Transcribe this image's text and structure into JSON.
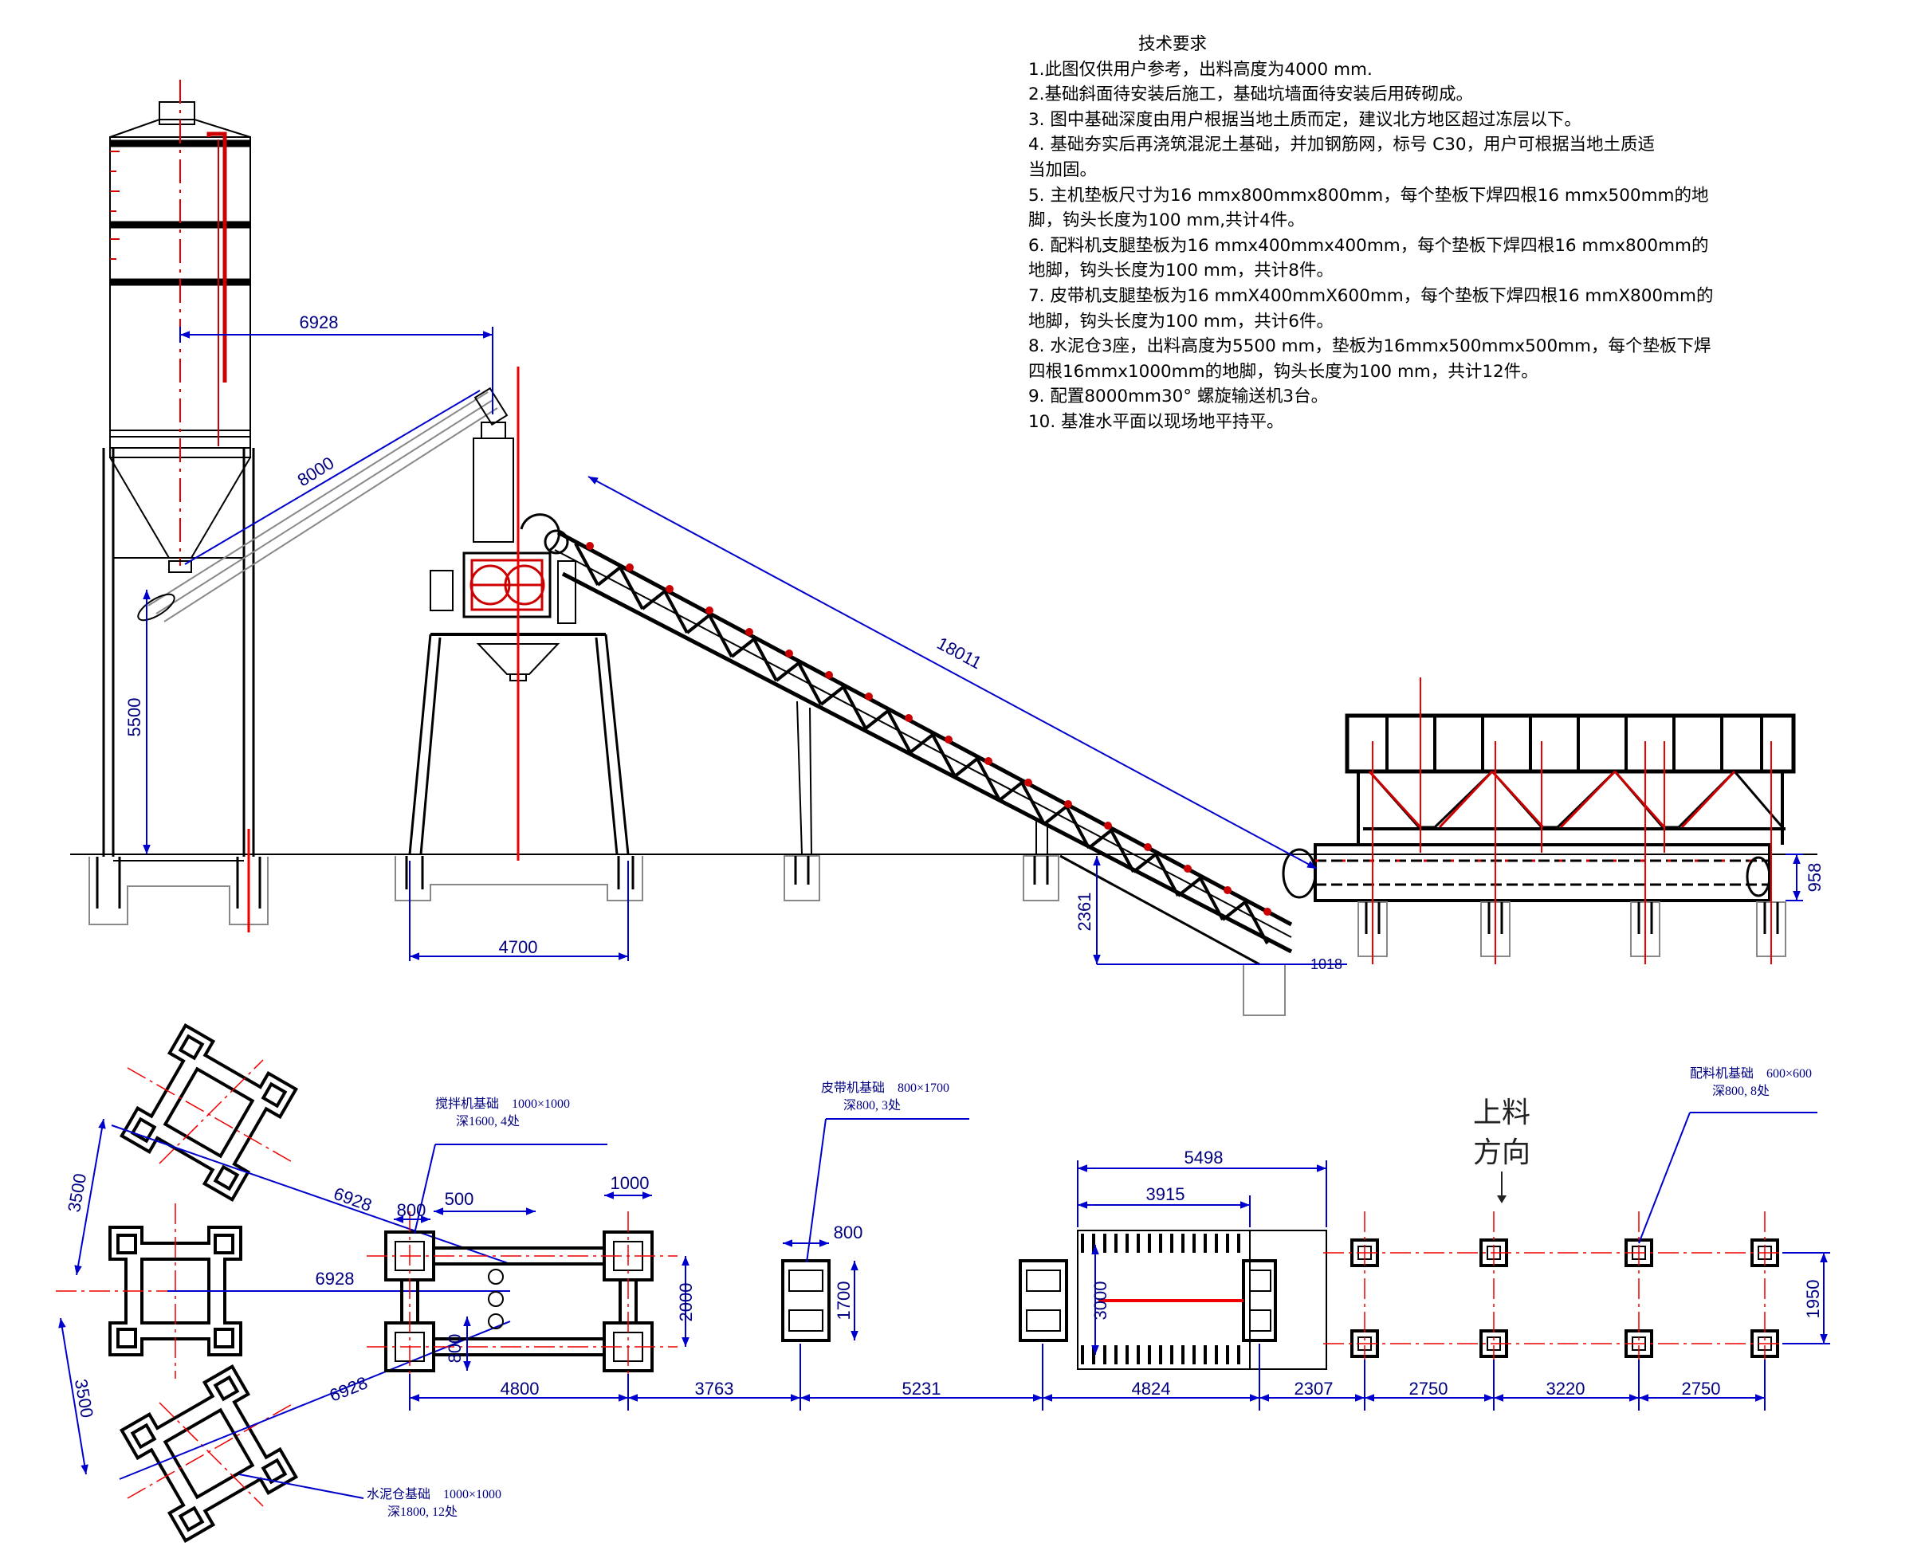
{
  "notes": {
    "title": "技术要求",
    "lines": [
      "1.此图仅供用户参考，出料高度为4000 mm.",
      "2.基础斜面待安装后施工，基础坑墙面待安装后用砖砌成。",
      "3. 图中基础深度由用户根据当地土质而定，建议北方地区超过冻层以下。",
      "4. 基础夯实后再浇筑混泥土基础，并加钢筋网，标号 C30，用户可根据当地土质适",
      "当加固。",
      "5. 主机垫板尺寸为16 mmx800mmx800mm，每个垫板下焊四根16 mmx500mm的地",
      "脚，钩头长度为100 mm,共计4件。",
      "6. 配料机支腿垫板为16 mmx400mmx400mm，每个垫板下焊四根16 mmx800mm的",
      "地脚，钩头长度为100 mm，共计8件。",
      "7. 皮带机支腿垫板为16 mmX400mmX600mm，每个垫板下焊四根16 mmX800mm的",
      "地脚，钩头长度为100 mm，共计6件。",
      "8. 水泥仓3座，出料高度为5500 mm，垫板为16mmx500mmx500mm，每个垫板下焊",
      "四根16mmx1000mm的地脚，钩头长度为100 mm，共计12件。",
      "9. 配置8000mm30° 螺旋输送机3台。",
      "10. 基准水平面以现场地平持平。"
    ]
  },
  "elevation_dims": {
    "silo_screw_horizontal": "6928",
    "screw_length": "8000",
    "silo_height": "5500",
    "mixer_base_width": "4700",
    "belt_length": "18011",
    "pit_depth": "2361",
    "pit_offset": "1018",
    "batcher_height": "958"
  },
  "plan_labels": {
    "mixer_foundation_title": "搅拌机基础　1000×1000",
    "mixer_foundation_depth": "深1600, 4处",
    "belt_foundation_title": "皮带机基础　800×1700",
    "belt_foundation_depth": "深800, 3处",
    "batcher_foundation_title": "配料机基础　600×600",
    "batcher_foundation_depth": "深800, 8处",
    "silo_foundation_title": "水泥仓基础　1000×1000",
    "silo_foundation_depth": "深1800, 12处",
    "feed_direction_line1": "上料",
    "feed_direction_line2": "方向"
  },
  "plan_dims": {
    "silo_spacing_a": "3500",
    "silo_spacing_b": "3500",
    "silo_dist_upper": "6928",
    "silo_dist_middle": "6928",
    "silo_dist_lower": "6928",
    "mixer_pad": "800",
    "mixer_bolt_offset": "500",
    "mixer_pad_right": "1000",
    "mixer_width": "2000",
    "mixer_small": "800",
    "mixer_length": "4800",
    "gap_1": "3763",
    "belt_pad": "800",
    "belt_pad_len": "1700",
    "gap_2": "5231",
    "pit_outer": "5498",
    "pit_inner": "3915",
    "pit_width": "3000",
    "pit_length": "4824",
    "gap_3": "2307",
    "batcher_span_1": "2750",
    "batcher_span_2": "3220",
    "batcher_span_3": "2750",
    "batcher_width": "1950"
  },
  "colors": {
    "line": "#000000",
    "dimension": "#0000cc",
    "centerline": "#e00000",
    "grey": "#888888"
  }
}
